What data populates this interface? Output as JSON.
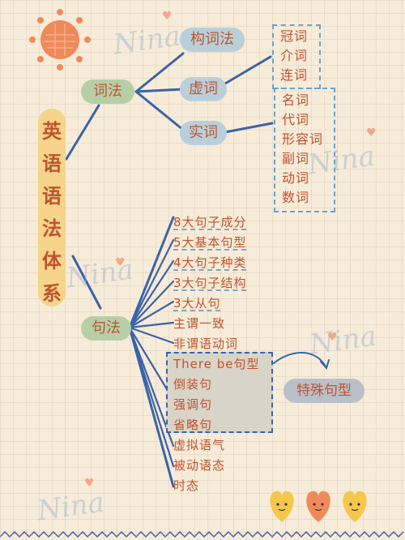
{
  "root": {
    "label": "英语语法体系"
  },
  "level1": {
    "cifa": "词法",
    "jufa": "句法"
  },
  "level2": {
    "gouci": "构词法",
    "xuci": "虚词",
    "shici": "实词"
  },
  "xuci_items": [
    "冠词",
    "介词",
    "连词"
  ],
  "shici_items": [
    "名词",
    "代词",
    "形容词",
    "副词",
    "动词",
    "数词"
  ],
  "jufa_items": [
    {
      "text": "8大句子成分",
      "underline": true
    },
    {
      "text": "5大基本句型",
      "underline": true
    },
    {
      "text": "4大句子种类",
      "underline": true
    },
    {
      "text": "3大句子结构",
      "underline": true
    },
    {
      "text": "3大从句",
      "underline": true
    },
    {
      "text": "主谓一致",
      "underline": false
    },
    {
      "text": "非谓语动词",
      "underline": false
    },
    {
      "text": "There be句型",
      "underline": false
    },
    {
      "text": "倒装句",
      "underline": false
    },
    {
      "text": "强调句",
      "underline": false
    },
    {
      "text": "省略句",
      "underline": false
    },
    {
      "text": "虚拟语气",
      "underline": false
    },
    {
      "text": "被动语态",
      "underline": false
    },
    {
      "text": "时态",
      "underline": false
    }
  ],
  "special_label": "特殊句型",
  "watermark": "Nina",
  "colors": {
    "line": "#3b63a8",
    "text": "#c0532f",
    "green": "#b7cfa8",
    "blue": "#b9d0da",
    "root": "#f6d58a"
  }
}
